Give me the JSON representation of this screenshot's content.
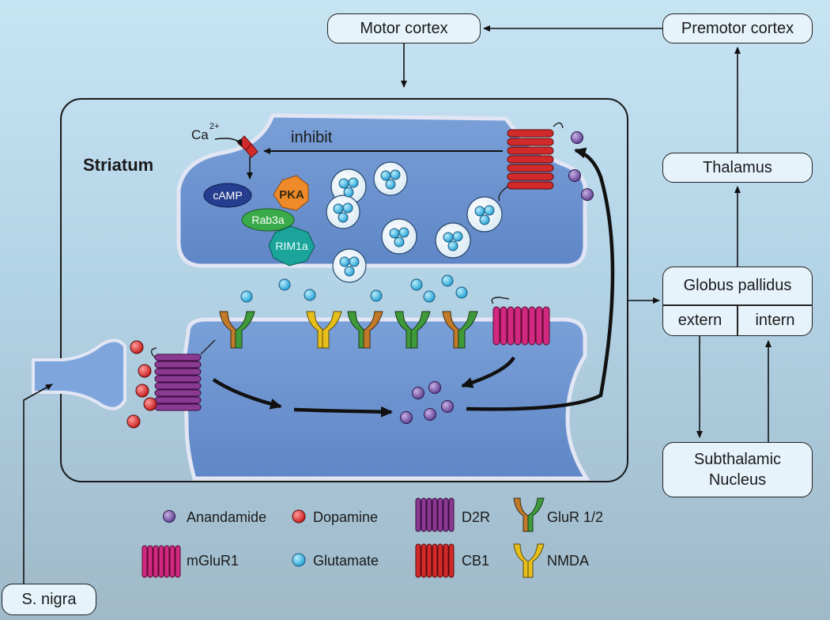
{
  "nodes": {
    "motor_cortex": "Motor cortex",
    "premotor_cortex": "Premotor cortex",
    "thalamus": "Thalamus",
    "globus_pallidus": "Globus pallidus",
    "gp_extern": "extern",
    "gp_intern": "intern",
    "subthalamic_line1": "Subthalamic",
    "subthalamic_line2": "Nucleus",
    "s_nigra": "S. nigra"
  },
  "striatum": {
    "title": "Striatum",
    "inhibit_label": "inhibit",
    "ca_label": "Ca",
    "ca_charge": "2+",
    "proteins": {
      "camp": "cAMP",
      "pka": "PKA",
      "rab3a": "Rab3a",
      "rim1a": "RIM1a"
    }
  },
  "legend": {
    "anandamide": "Anandamide",
    "dopamine": "Dopamine",
    "d2r": "D2R",
    "glur": "GluR 1/2",
    "mglur1": "mGluR1",
    "glutamate": "Glutamate",
    "cb1": "CB1",
    "nmda": "NMDA"
  },
  "colors": {
    "anandamide": "#6b4a9a",
    "dopamine": "#d42a2a",
    "glutamate": "#3ab0e0",
    "d2r": "#8a3a90",
    "cb1": "#d22a2a",
    "mglur1": "#d0297f",
    "glur_green": "#3f9a3a",
    "glur_orange": "#c07a2a",
    "nmda": "#e7bf1c",
    "camp": "#263e8f",
    "pka": "#ee8a2a",
    "rab3a": "#3aab4a",
    "rim1a": "#1aa49a"
  }
}
